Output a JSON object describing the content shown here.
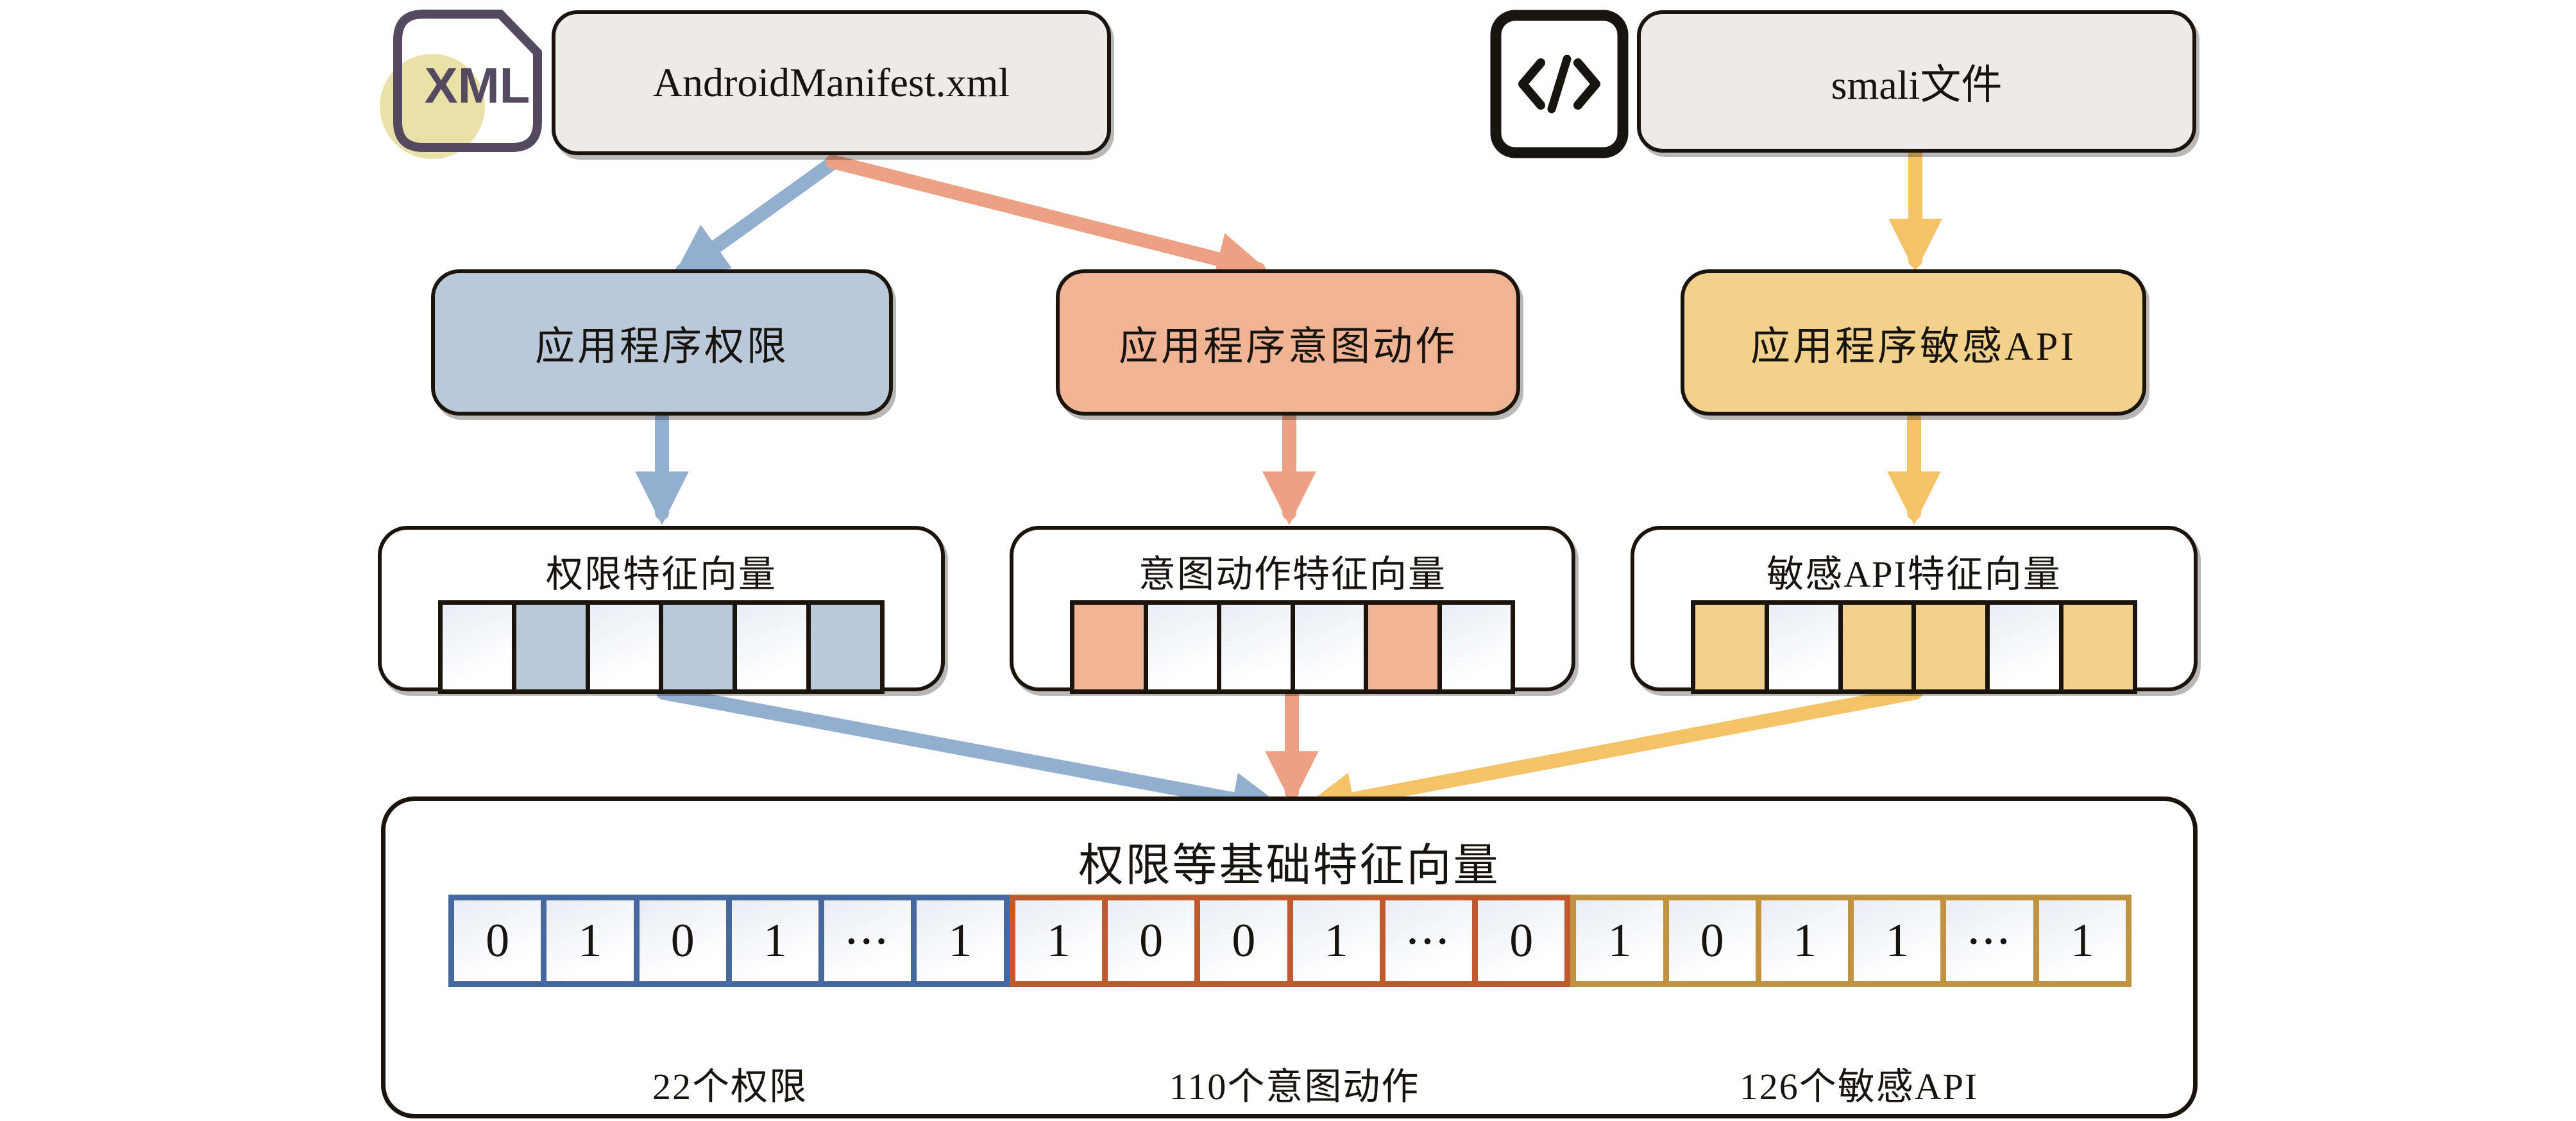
{
  "colors": {
    "box_border": "#1a140d",
    "source_fill": "#edebe8",
    "permission": "#b9c9da",
    "permission_arrow": "#93afd0",
    "permission_cell_border": "#46689f",
    "permission_brace": "#9cbcd9",
    "intent": "#f0b394",
    "intent_arrow": "#eca184",
    "intent_cell_border": "#bf5a2e",
    "intent_brace": "#efa078",
    "api": "#f2d18c",
    "api_arrow": "#f4c368",
    "api_cell_border": "#bf9342",
    "api_brace": "#f3c76d",
    "xml_icon_purple": "#544a5f",
    "xml_icon_circle": "#e9e1a8",
    "code_icon_black": "#17130e"
  },
  "sources": {
    "manifest": {
      "label": "AndroidManifest.xml",
      "icon": "xml-file-icon",
      "icon_text": "XML"
    },
    "smali": {
      "label": "smali文件",
      "icon": "code-icon"
    }
  },
  "extractors": {
    "permission": {
      "label": "应用程序权限"
    },
    "intent": {
      "label": "应用程序意图动作"
    },
    "api": {
      "label": "应用程序敏感API"
    }
  },
  "vectors": {
    "permission": {
      "title": "权限特征向量",
      "cells": [
        0,
        1,
        0,
        1,
        0,
        1
      ]
    },
    "intent": {
      "title": "意图动作特征向量",
      "cells": [
        1,
        0,
        0,
        0,
        1,
        0
      ]
    },
    "api": {
      "title": "敏感API特征向量",
      "cells": [
        1,
        0,
        1,
        1,
        0,
        1
      ]
    }
  },
  "combined": {
    "title": "权限等基础特征向量",
    "groups": [
      {
        "id": "permission",
        "values": [
          "0",
          "1",
          "0",
          "1",
          "···",
          "1"
        ],
        "label": "22个权限"
      },
      {
        "id": "intent",
        "values": [
          "1",
          "0",
          "0",
          "1",
          "···",
          "0"
        ],
        "label": "110个意图动作"
      },
      {
        "id": "api",
        "values": [
          "1",
          "0",
          "1",
          "1",
          "···",
          "1"
        ],
        "label": "126个敏感API"
      }
    ]
  }
}
